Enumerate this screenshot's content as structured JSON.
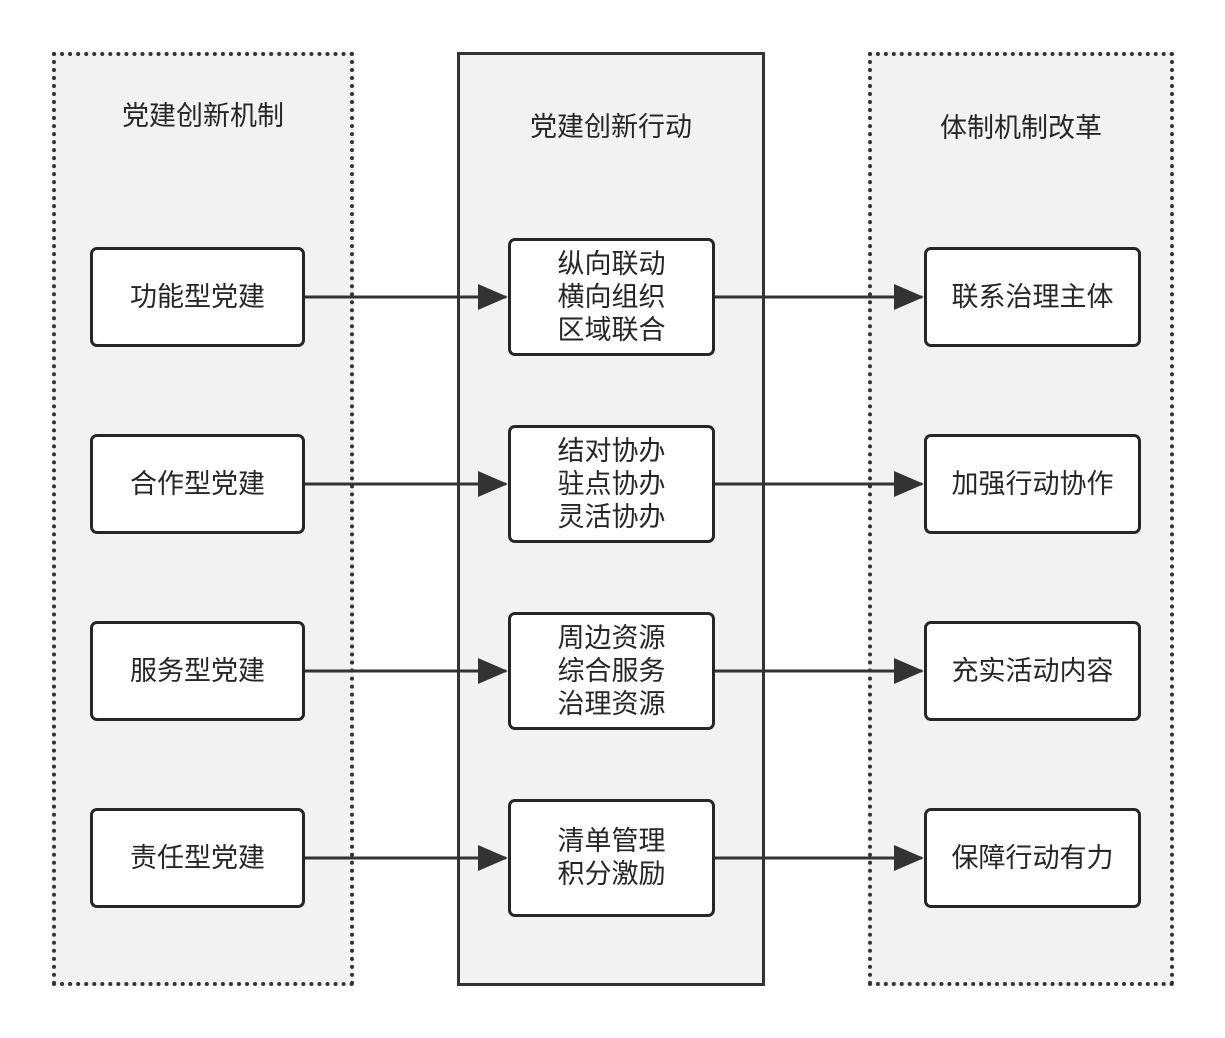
{
  "columns": {
    "left": {
      "title": "党建创新机制",
      "nodes": [
        "功能型党建",
        "合作型党建",
        "服务型党建",
        "责任型党建"
      ]
    },
    "middle": {
      "title": "党建创新行动",
      "nodes": [
        [
          "纵向联动",
          "横向组织",
          "区域联合"
        ],
        [
          "结对协办",
          "驻点协办",
          "灵活协办"
        ],
        [
          "周边资源",
          "综合服务",
          "治理资源"
        ],
        [
          "清单管理",
          "积分激励"
        ]
      ]
    },
    "right": {
      "title": "体制机制改革",
      "nodes": [
        "联系治理主体",
        "加强行动协作",
        "充实活动内容",
        "保障行动有力"
      ]
    }
  },
  "colors": {
    "line": "#333333",
    "container_fill": "#f2f2f2",
    "node_fill": "#ffffff"
  }
}
